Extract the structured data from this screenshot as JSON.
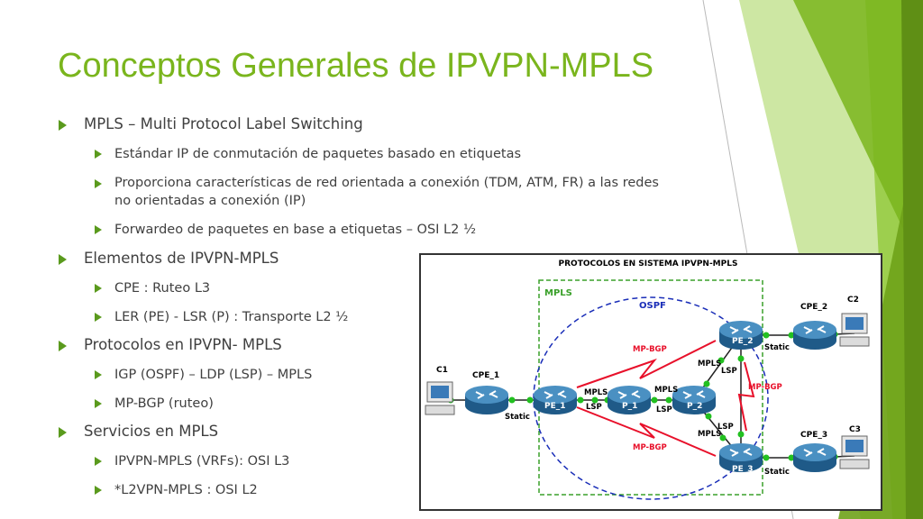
{
  "title": "Conceptos Generales de IPVPN-MPLS",
  "bullets": {
    "b1": "MPLS – Multi Protocol Label Switching",
    "b1s1": "Estándar IP de conmutación de paquetes basado en etiquetas",
    "b1s2a": "Proporciona características de red orientada a conexión (TDM, ATM, FR) a las redes",
    "b1s2b": "no orientadas a conexión  (IP)",
    "b1s3": "Forwardeo de paquetes en base a etiquetas – OSI L2 ½",
    "b2": "Elementos de IPVPN-MPLS",
    "b2s1": "CPE : Ruteo L3",
    "b2s2": "LER (PE) - LSR (P) : Transporte L2 ½",
    "b3": "Protocolos en IPVPN- MPLS",
    "b3s1": "IGP (OSPF) – LDP (LSP) – MPLS",
    "b3s2": "MP-BGP (ruteo)",
    "b4": "Servicios en MPLS",
    "b4s1": "IPVPN-MPLS (VRFs): OSI L3",
    "b4s2": "*L2VPN-MPLS  : OSI L2"
  },
  "diagram": {
    "title": "PROTOCOLOS EN SISTEMA IPVPN-MPLS",
    "mpls_area": "MPLS",
    "ospf_area": "OSPF",
    "devices": {
      "c1": "C1",
      "c2": "C2",
      "c3": "C3",
      "cpe1": "CPE_1",
      "cpe2": "CPE_2",
      "cpe3": "CPE_3",
      "pe1": "PE_1",
      "pe2": "PE_2",
      "pe3": "PE_3",
      "p1": "P_1",
      "p2": "P_2"
    },
    "labels": {
      "static1": "Static",
      "static2": "Static",
      "static3": "Static",
      "mpbgp1": "MP-BGP",
      "mpbgp2": "MP-BGP",
      "mpbgp3": "MP-BGP",
      "mpls1": "MPLS",
      "lsp1": "LSP",
      "mpls2": "MPLS",
      "lsp2": "LSP",
      "mpls3": "MPLS",
      "lsp3": "LSP",
      "mpls4": "MPLS",
      "lsp4": "LSP"
    }
  },
  "colors": {
    "accent": "#7ab51d",
    "text": "#404040",
    "mpbgp": "#e8102a",
    "ospf": "#1a2eb8",
    "mpls_border": "#3aa02a",
    "link_dot": "#22c020",
    "router": "#2b6ea1"
  }
}
